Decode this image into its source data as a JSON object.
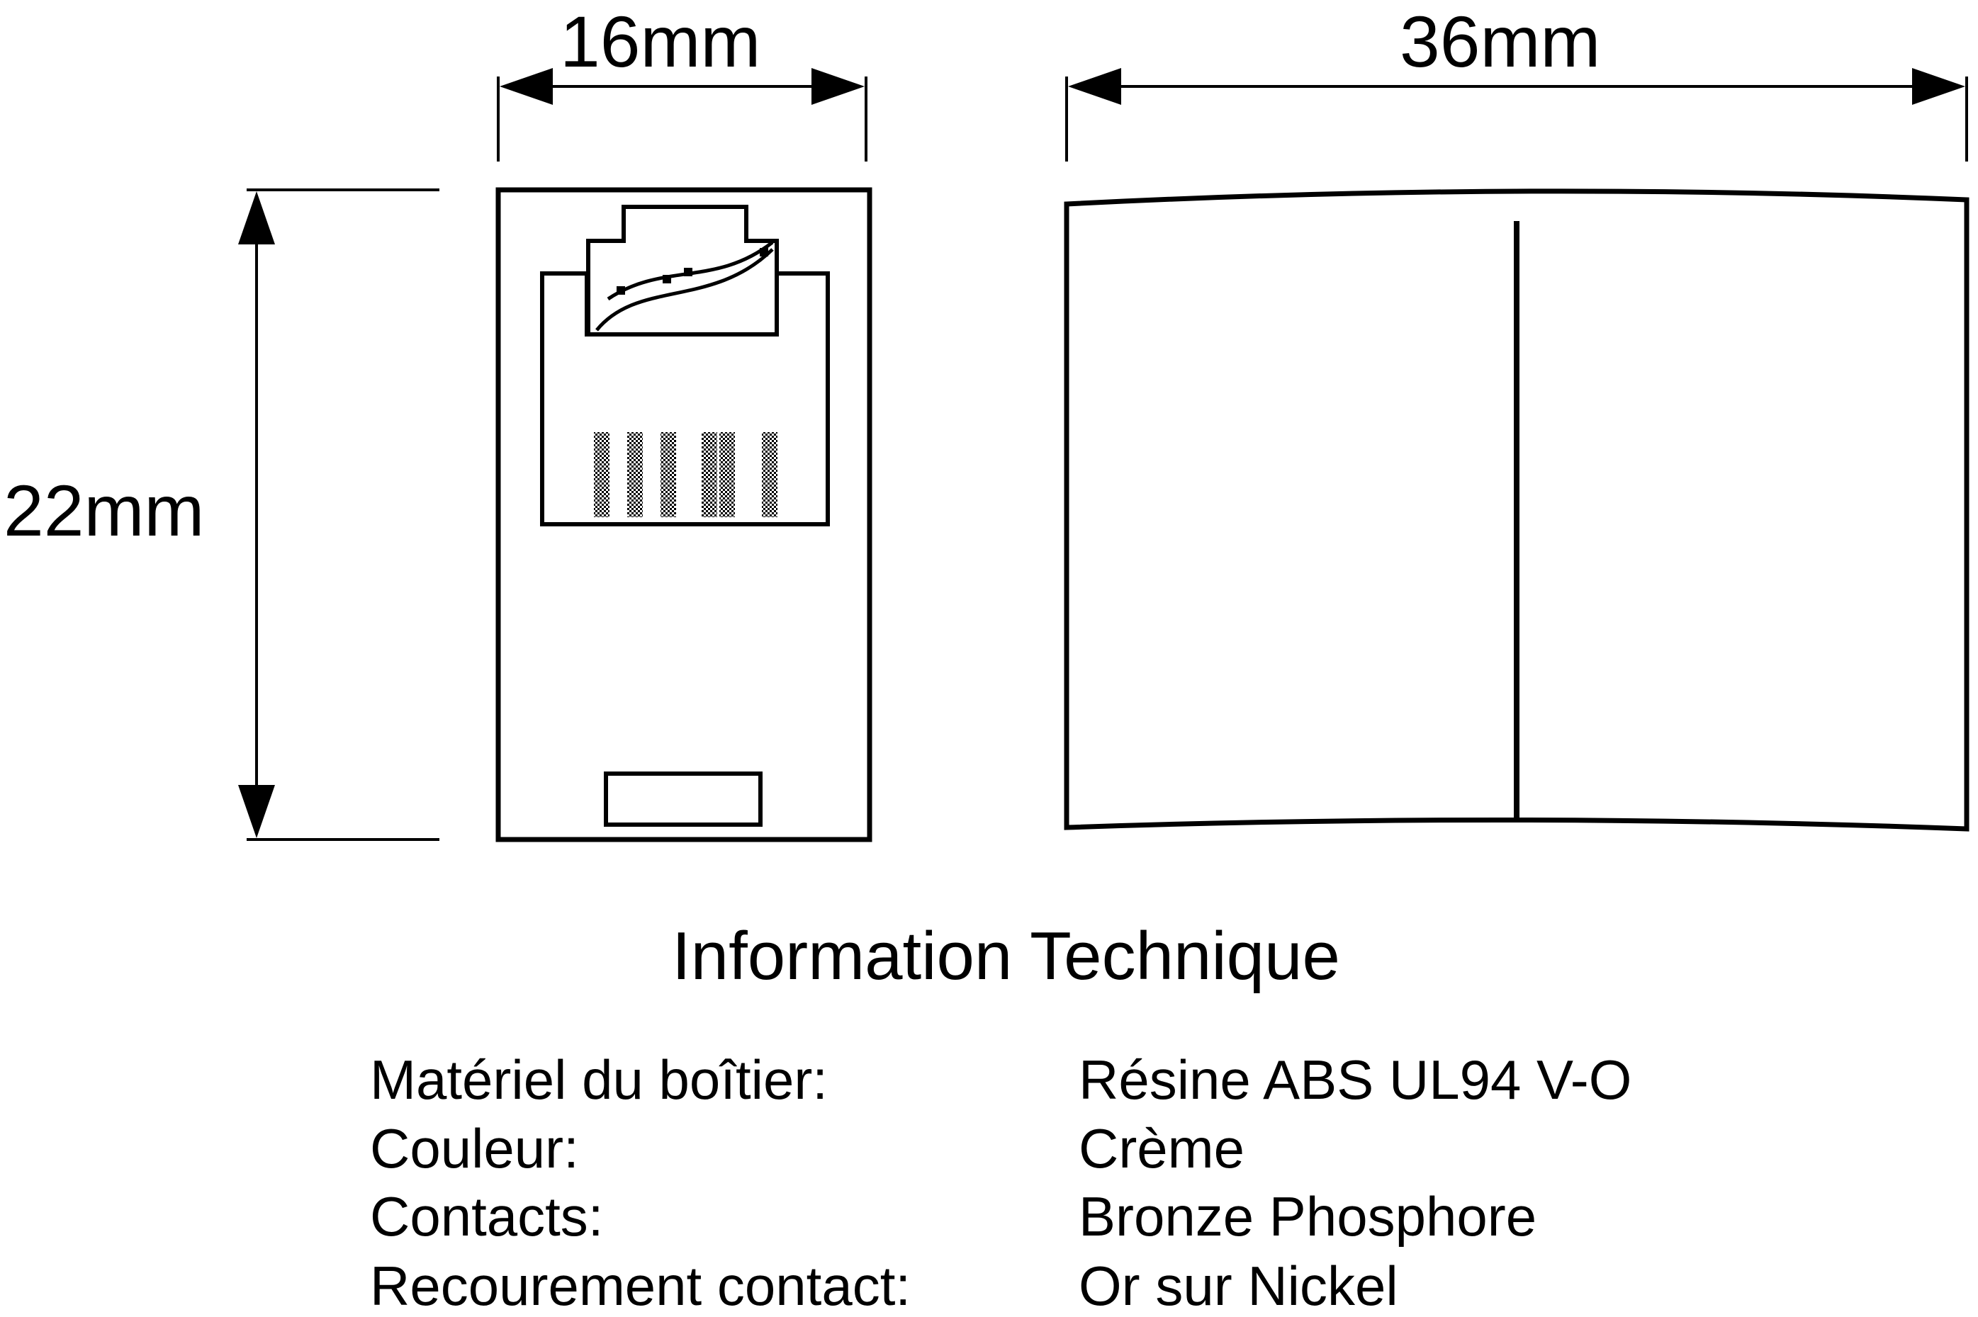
{
  "dimensions": {
    "width_front": "16mm",
    "length_side": "36mm",
    "height": "22mm"
  },
  "info": {
    "title": "Information Technique",
    "specs": [
      {
        "label": "Matériel du boîtier:",
        "value": "Résine ABS UL94 V-O"
      },
      {
        "label": "Couleur:",
        "value": "Crème"
      },
      {
        "label": "Contacts:",
        "value": "Bronze Phosphore"
      },
      {
        "label": "Recourement contact:",
        "value": "Or sur Nickel"
      }
    ]
  }
}
